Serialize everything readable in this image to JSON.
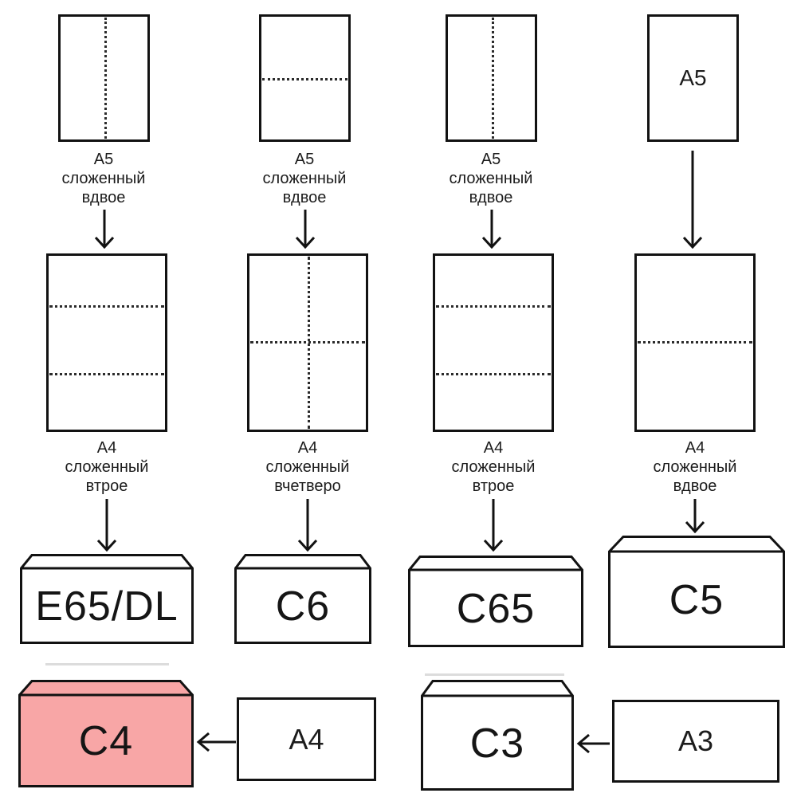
{
  "colors": {
    "ink": "#121212",
    "envelope_highlight": "#f8a6a6",
    "background": "#ffffff",
    "ghost_line": "#dcdcdc"
  },
  "icons": {
    "arrow_down": "↓",
    "arrow_left": "←"
  },
  "columns": [
    {
      "top_caption": "A5\nсложенный\nвдвое",
      "mid_caption": "A4\nсложенный\nвтрое",
      "envelope_label": "E65/DL"
    },
    {
      "top_caption": "A5\nсложенный\nвдвое",
      "mid_caption": "A4\nсложенный\nвчетверо",
      "envelope_label": "C6"
    },
    {
      "top_caption": "A5\nсложенный\nвдвое",
      "mid_caption": "A4\nсложенный\nвтрое",
      "envelope_label": "C65"
    },
    {
      "top_sheet_label": "A5",
      "mid_caption": "A4\nсложенный\nвдвое",
      "envelope_label": "C5"
    }
  ],
  "bottom": {
    "c4": {
      "envelope_label": "C4",
      "source_label": "A4",
      "highlighted": true
    },
    "c3": {
      "envelope_label": "C3",
      "source_label": "A3",
      "highlighted": false
    }
  }
}
